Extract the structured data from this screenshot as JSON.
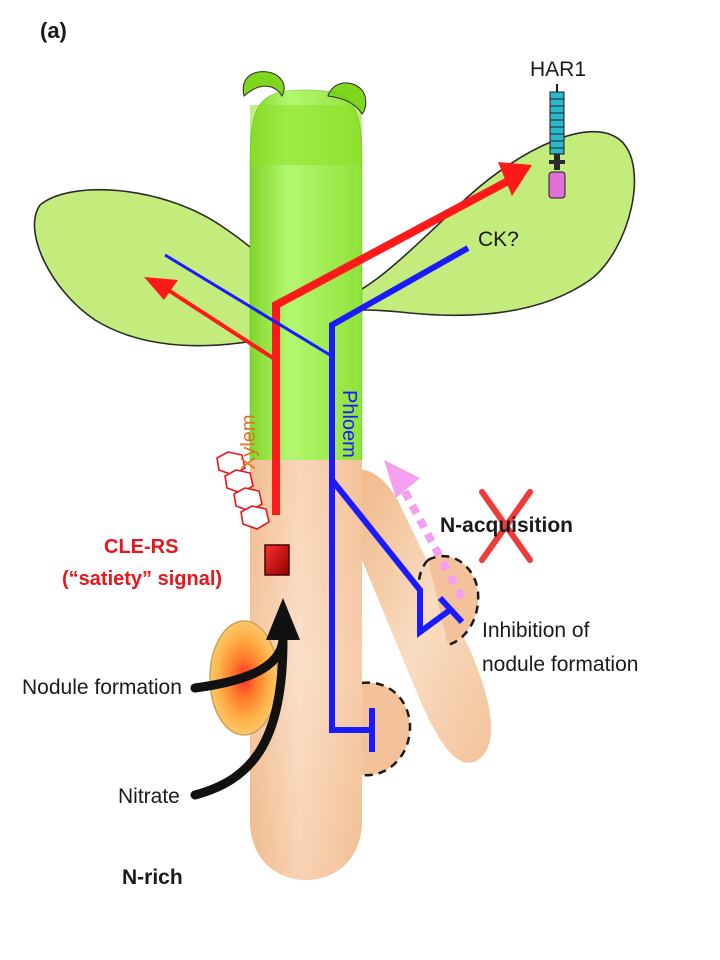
{
  "figure": {
    "panel_label": "(a)",
    "labels": {
      "har1": "HAR1",
      "ck": "CK?",
      "xylem": "Xylem",
      "phloem": "Phloem",
      "cle_rs_line1": "CLE-RS",
      "cle_rs_line2": "(“satiety” signal)",
      "n_acquisition": "N-acquisition",
      "inhibition_line1": "Inhibition of",
      "inhibition_line2": "nodule formation",
      "nodule_formation": "Nodule formation",
      "nitrate": "Nitrate",
      "n_rich": "N-rich"
    }
  },
  "colors": {
    "shoot_green": "#99f03a",
    "leaf_green": "#c4ec7c",
    "root_peach": "#f6c9a3",
    "xylem_red": "#ff1a1a",
    "phloem_blue": "#1a1aff",
    "har1_teal": "#2bb7c9",
    "har1_magenta": "#e070d8",
    "acquisition_pink": "#f4a0f0"
  }
}
